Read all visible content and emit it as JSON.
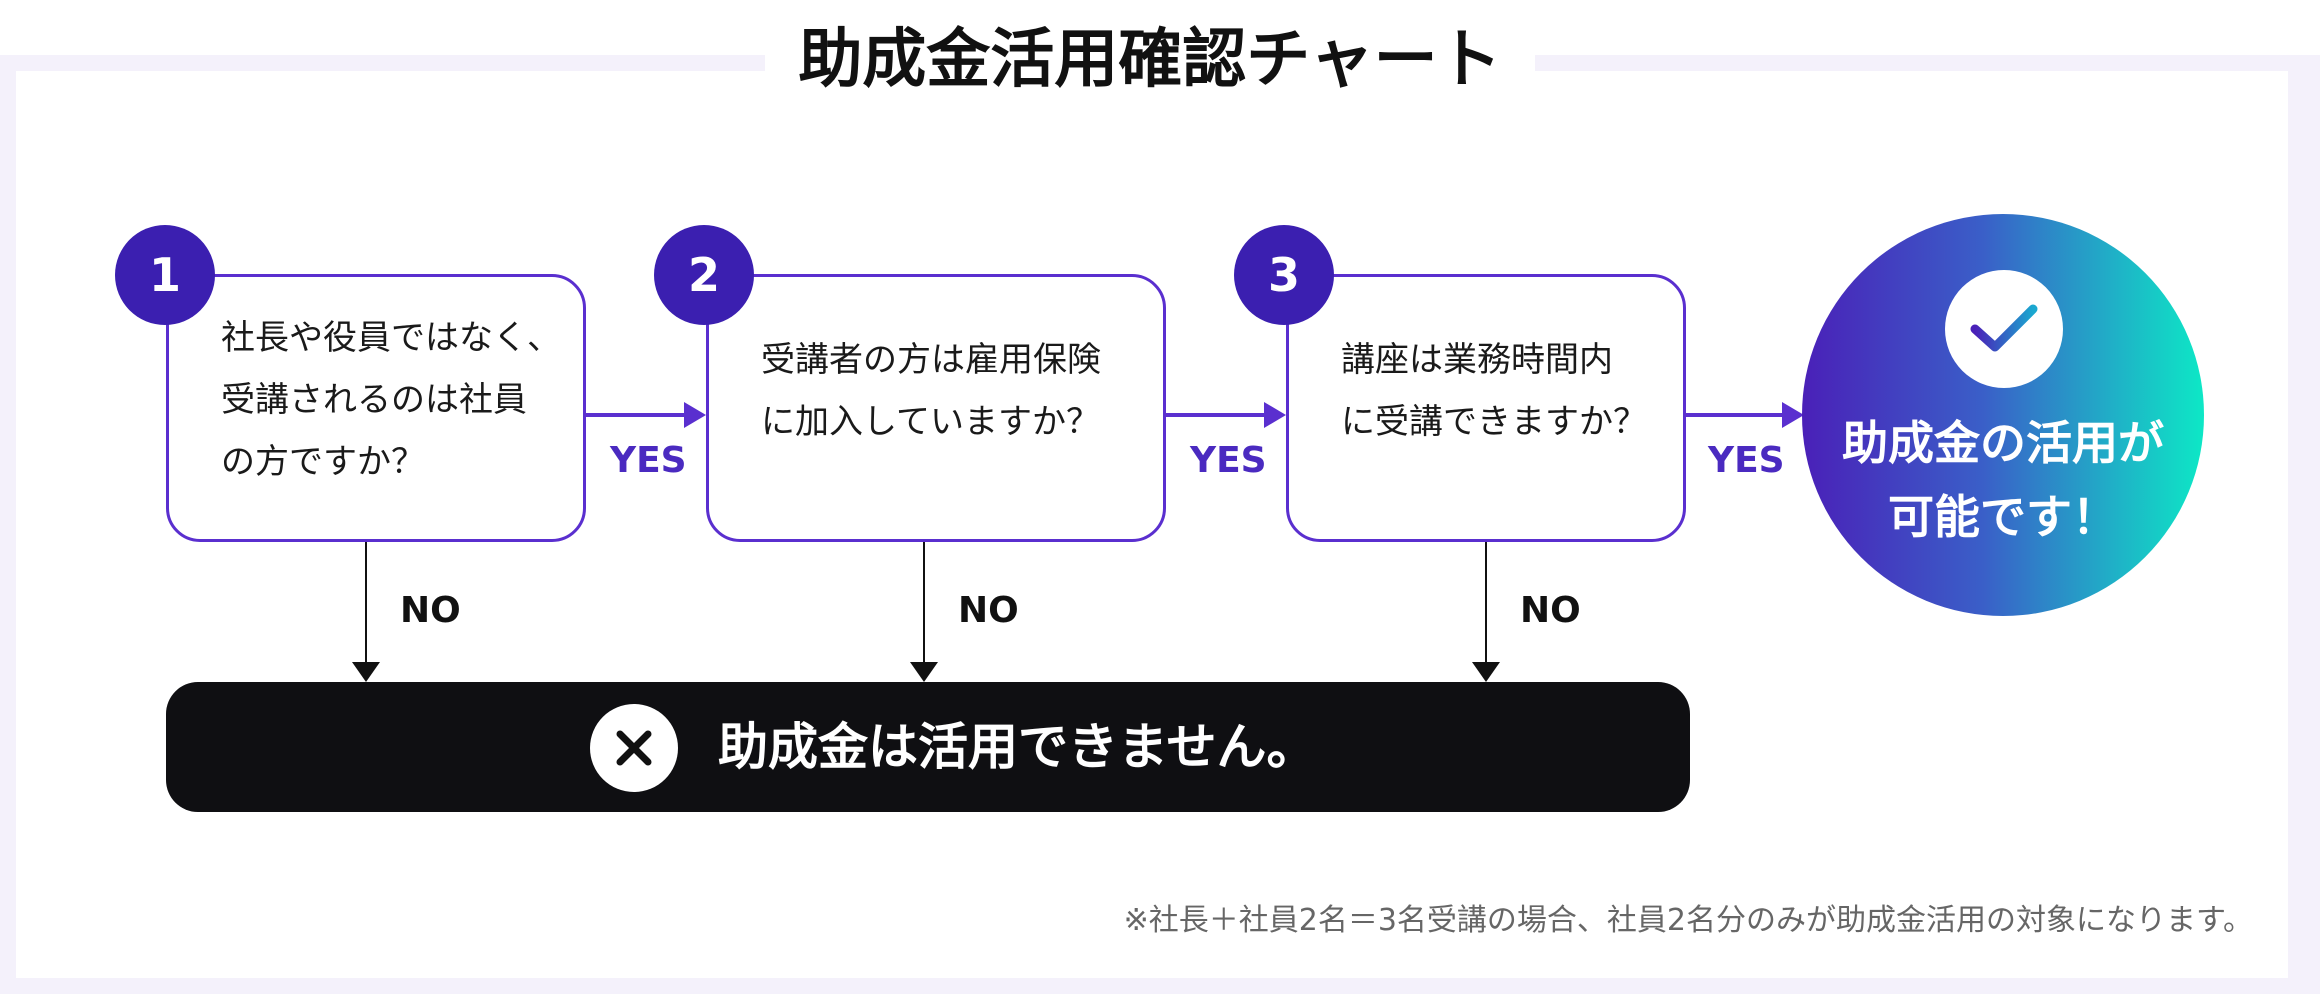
{
  "title": "助成金活用確認チャート",
  "questions": [
    {
      "number": "1",
      "text": "社長や役員ではなく、\n受講されるのは社員\nの方ですか？"
    },
    {
      "number": "2",
      "text": "受講者の方は雇用保険\nに加入していますか？"
    },
    {
      "number": "3",
      "text": "講座は業務時間内\nに受講できますか？"
    }
  ],
  "yes_label": "YES",
  "no_label": "NO",
  "fail_result": "助成金は活用できません。",
  "success_result": "助成金の活用が\n可能です！",
  "footnote": "※社長＋社員2名＝3名受講の場合、社員2名分のみが助成金活用の対象になります。",
  "colors": {
    "accent": "#5a2fcf",
    "badge": "#3b1fb0",
    "fail_bg": "#0f0f12",
    "success_gradient_start": "#4a20b8",
    "success_gradient_end": "#0de8c6"
  },
  "icons": {
    "fail": "x-icon",
    "success": "check-icon"
  }
}
